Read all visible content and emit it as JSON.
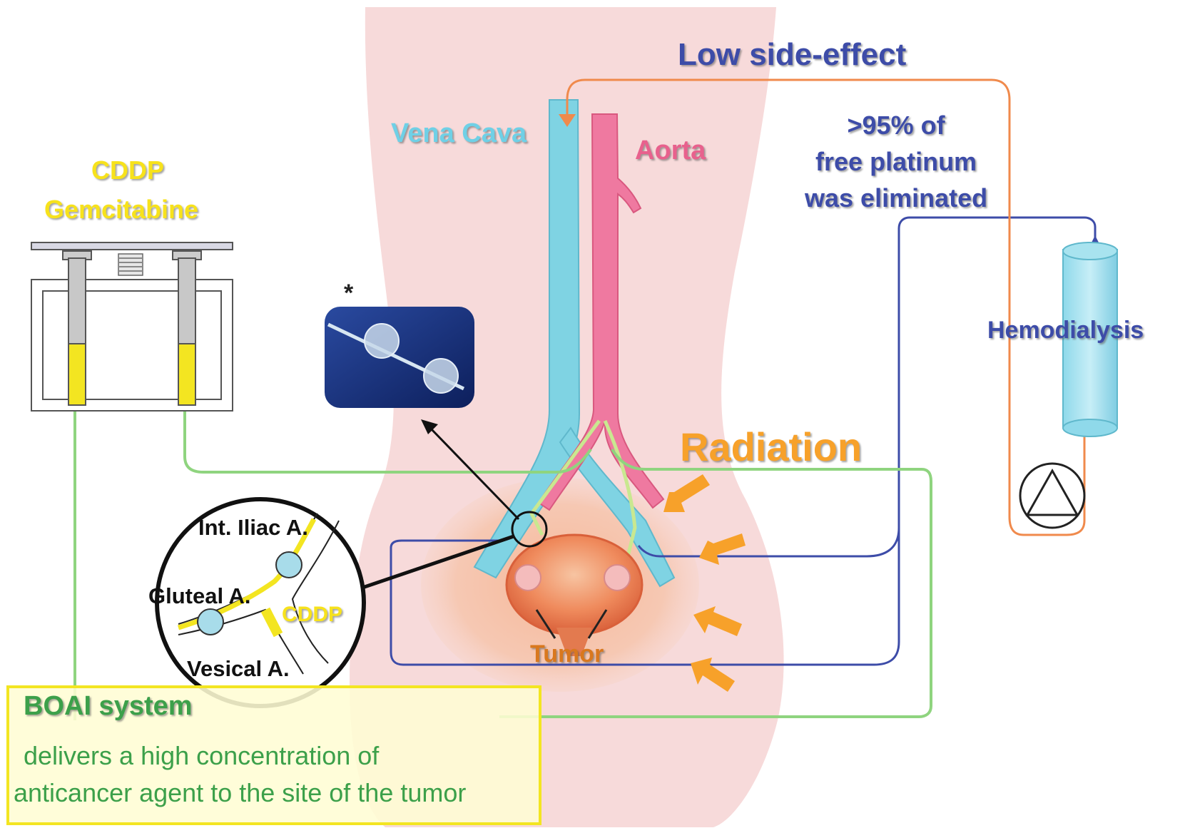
{
  "labels": {
    "low_side_effect": "Low side-effect",
    "vena_cava": "Vena Cava",
    "aorta": "Aorta",
    "platinum_line1": ">95% of",
    "platinum_line2": "free platinum",
    "platinum_line3": "was eliminated",
    "cddp_top": "CDDP",
    "gemcitabine": "Gemcitabine",
    "hemodialysis": "Hemodialysis",
    "radiation": "Radiation",
    "asterisk": "*",
    "int_iliac": "Int. Iliac A.",
    "gluteal": "Gluteal A.",
    "vesical": "Vesical A.",
    "cddp_inset": "CDDP",
    "tumor": "Tumor"
  },
  "boai": {
    "title": "BOAI system",
    "line1": "delivers a high concentration of",
    "line2": "anticancer agent to the site of the tumor"
  },
  "colors": {
    "body_pink": "#f7dada",
    "vena_cava": "#7fd3e3",
    "aorta": "#ef79a0",
    "dialysis_line": "#3d4ca8",
    "return_line": "#f08a4c",
    "catheter": "#8fd47f",
    "radiation": "#f7a12a",
    "drug_yellow": "#f7e21c"
  }
}
